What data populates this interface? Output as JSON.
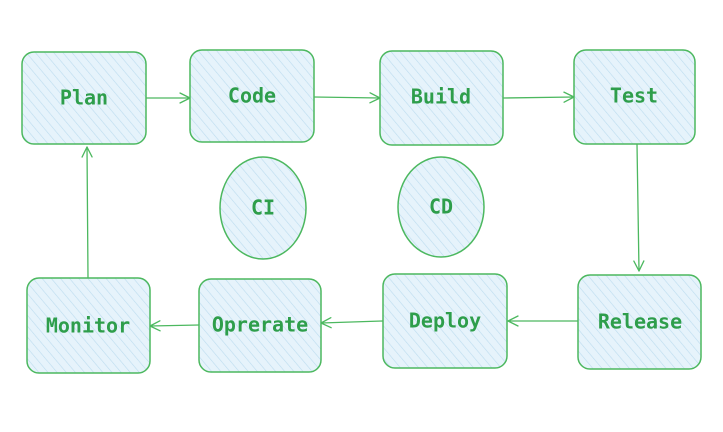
{
  "diagram": {
    "colors": {
      "stroke": "#4cb85f",
      "fill": "#e6f3fb",
      "hatch": "#bcdcef",
      "text": "#2e9e4b"
    },
    "nodes": {
      "plan": "Plan",
      "code": "Code",
      "build": "Build",
      "test": "Test",
      "release": "Release",
      "deploy": "Deploy",
      "operate": "Oprerate",
      "monitor": "Monitor",
      "ci": "CI",
      "cd": "CD"
    },
    "edges": [
      {
        "from": "plan",
        "to": "code"
      },
      {
        "from": "code",
        "to": "build"
      },
      {
        "from": "build",
        "to": "test"
      },
      {
        "from": "test",
        "to": "release"
      },
      {
        "from": "release",
        "to": "deploy"
      },
      {
        "from": "deploy",
        "to": "operate"
      },
      {
        "from": "operate",
        "to": "monitor"
      },
      {
        "from": "monitor",
        "to": "plan"
      }
    ]
  }
}
